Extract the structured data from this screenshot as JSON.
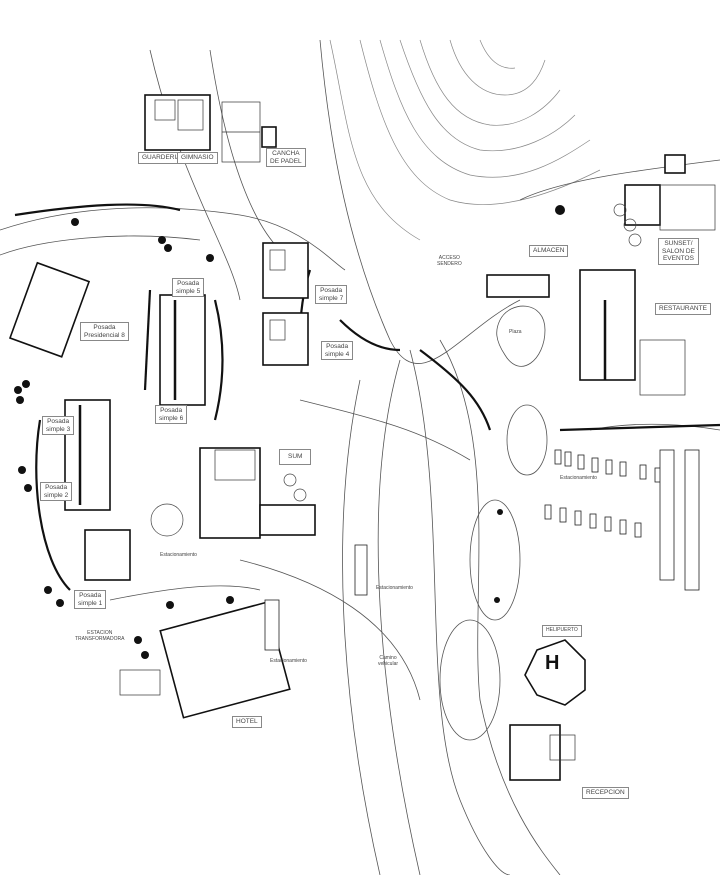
{
  "plan": {
    "labels": {
      "guarderia": "GUARDERIA",
      "gimnasio": "GIMNASIO",
      "padel": "CANCHA\nDE PADEL",
      "acceso": "ACCESO\nSENDERO",
      "almacen": "ALMACEN",
      "sunset": "SUNSET/\nSALON DE\nEVENTOS",
      "restaurante": "RESTAURANTE",
      "posada5": "Posada\nsimple 5",
      "posada7": "Posada\nsimple 7",
      "posada4": "Posada\nsimple 4",
      "posada8": "Posada\nPresidencial 8",
      "posada6": "Posada\nsimple 6",
      "posada3": "Posada\nsimple 3",
      "posada2": "Posada\nsimple 2",
      "posada1": "Posada\nsimple 1",
      "sum": "SUM",
      "hotel": "HOTEL",
      "helipuerto": "HELIPUERTO",
      "recepcion": "RECEPCION"
    },
    "notes": {
      "estacion": "ESTACION\nTRANSFORMADORA",
      "estac1": "Estacionamiento",
      "estac2": "Estacionamiento",
      "estac3": "Estacionamiento",
      "estac4": "Estacionamiento",
      "camino": "Camino\nvehicular",
      "plaza": "Plaza"
    }
  }
}
